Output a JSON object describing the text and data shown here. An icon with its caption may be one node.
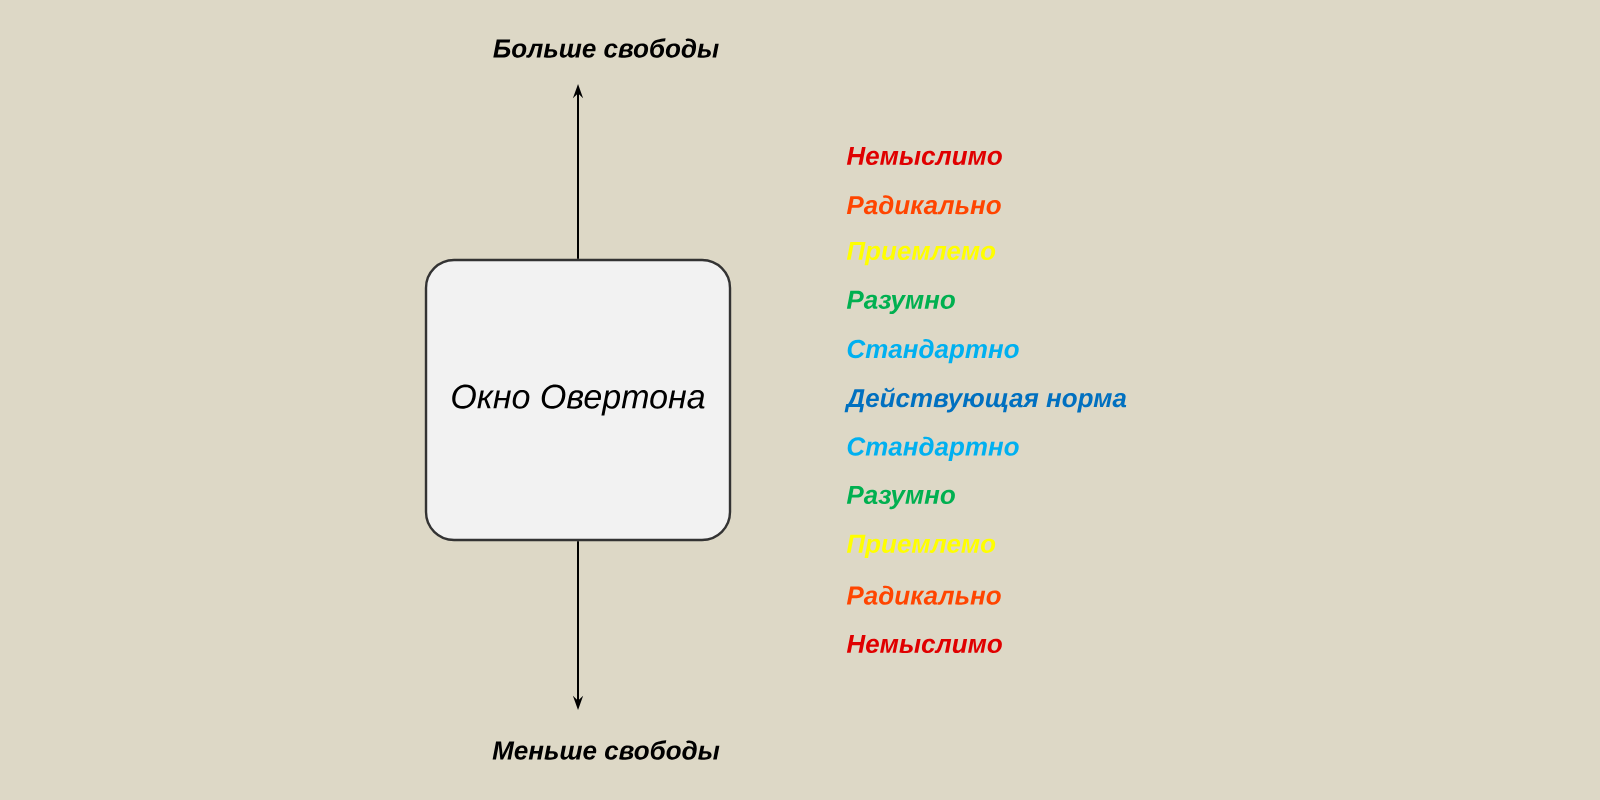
{
  "diagram": {
    "nodes": [
      {
        "text": [
          "Больше свободы"
        ]
      },
      {
        "text": [
          "Окно Овертона"
        ]
      },
      {
        "text": [
          "Меньше свободы"
        ]
      }
    ],
    "edges": [
      {
        "from": 1,
        "to": 0,
        "arrow": "to"
      },
      {
        "from": 1,
        "to": 2,
        "arrow": "to"
      }
    ],
    "labels": [
      "Немыслимо",
      "Радикально",
      "Приемлемо",
      "Разумно",
      "Стандартно",
      "Действующая норма",
      "Стандартно",
      "Разумно",
      "Приемлемо",
      "Радикально",
      "Немыслимо"
    ]
  }
}
